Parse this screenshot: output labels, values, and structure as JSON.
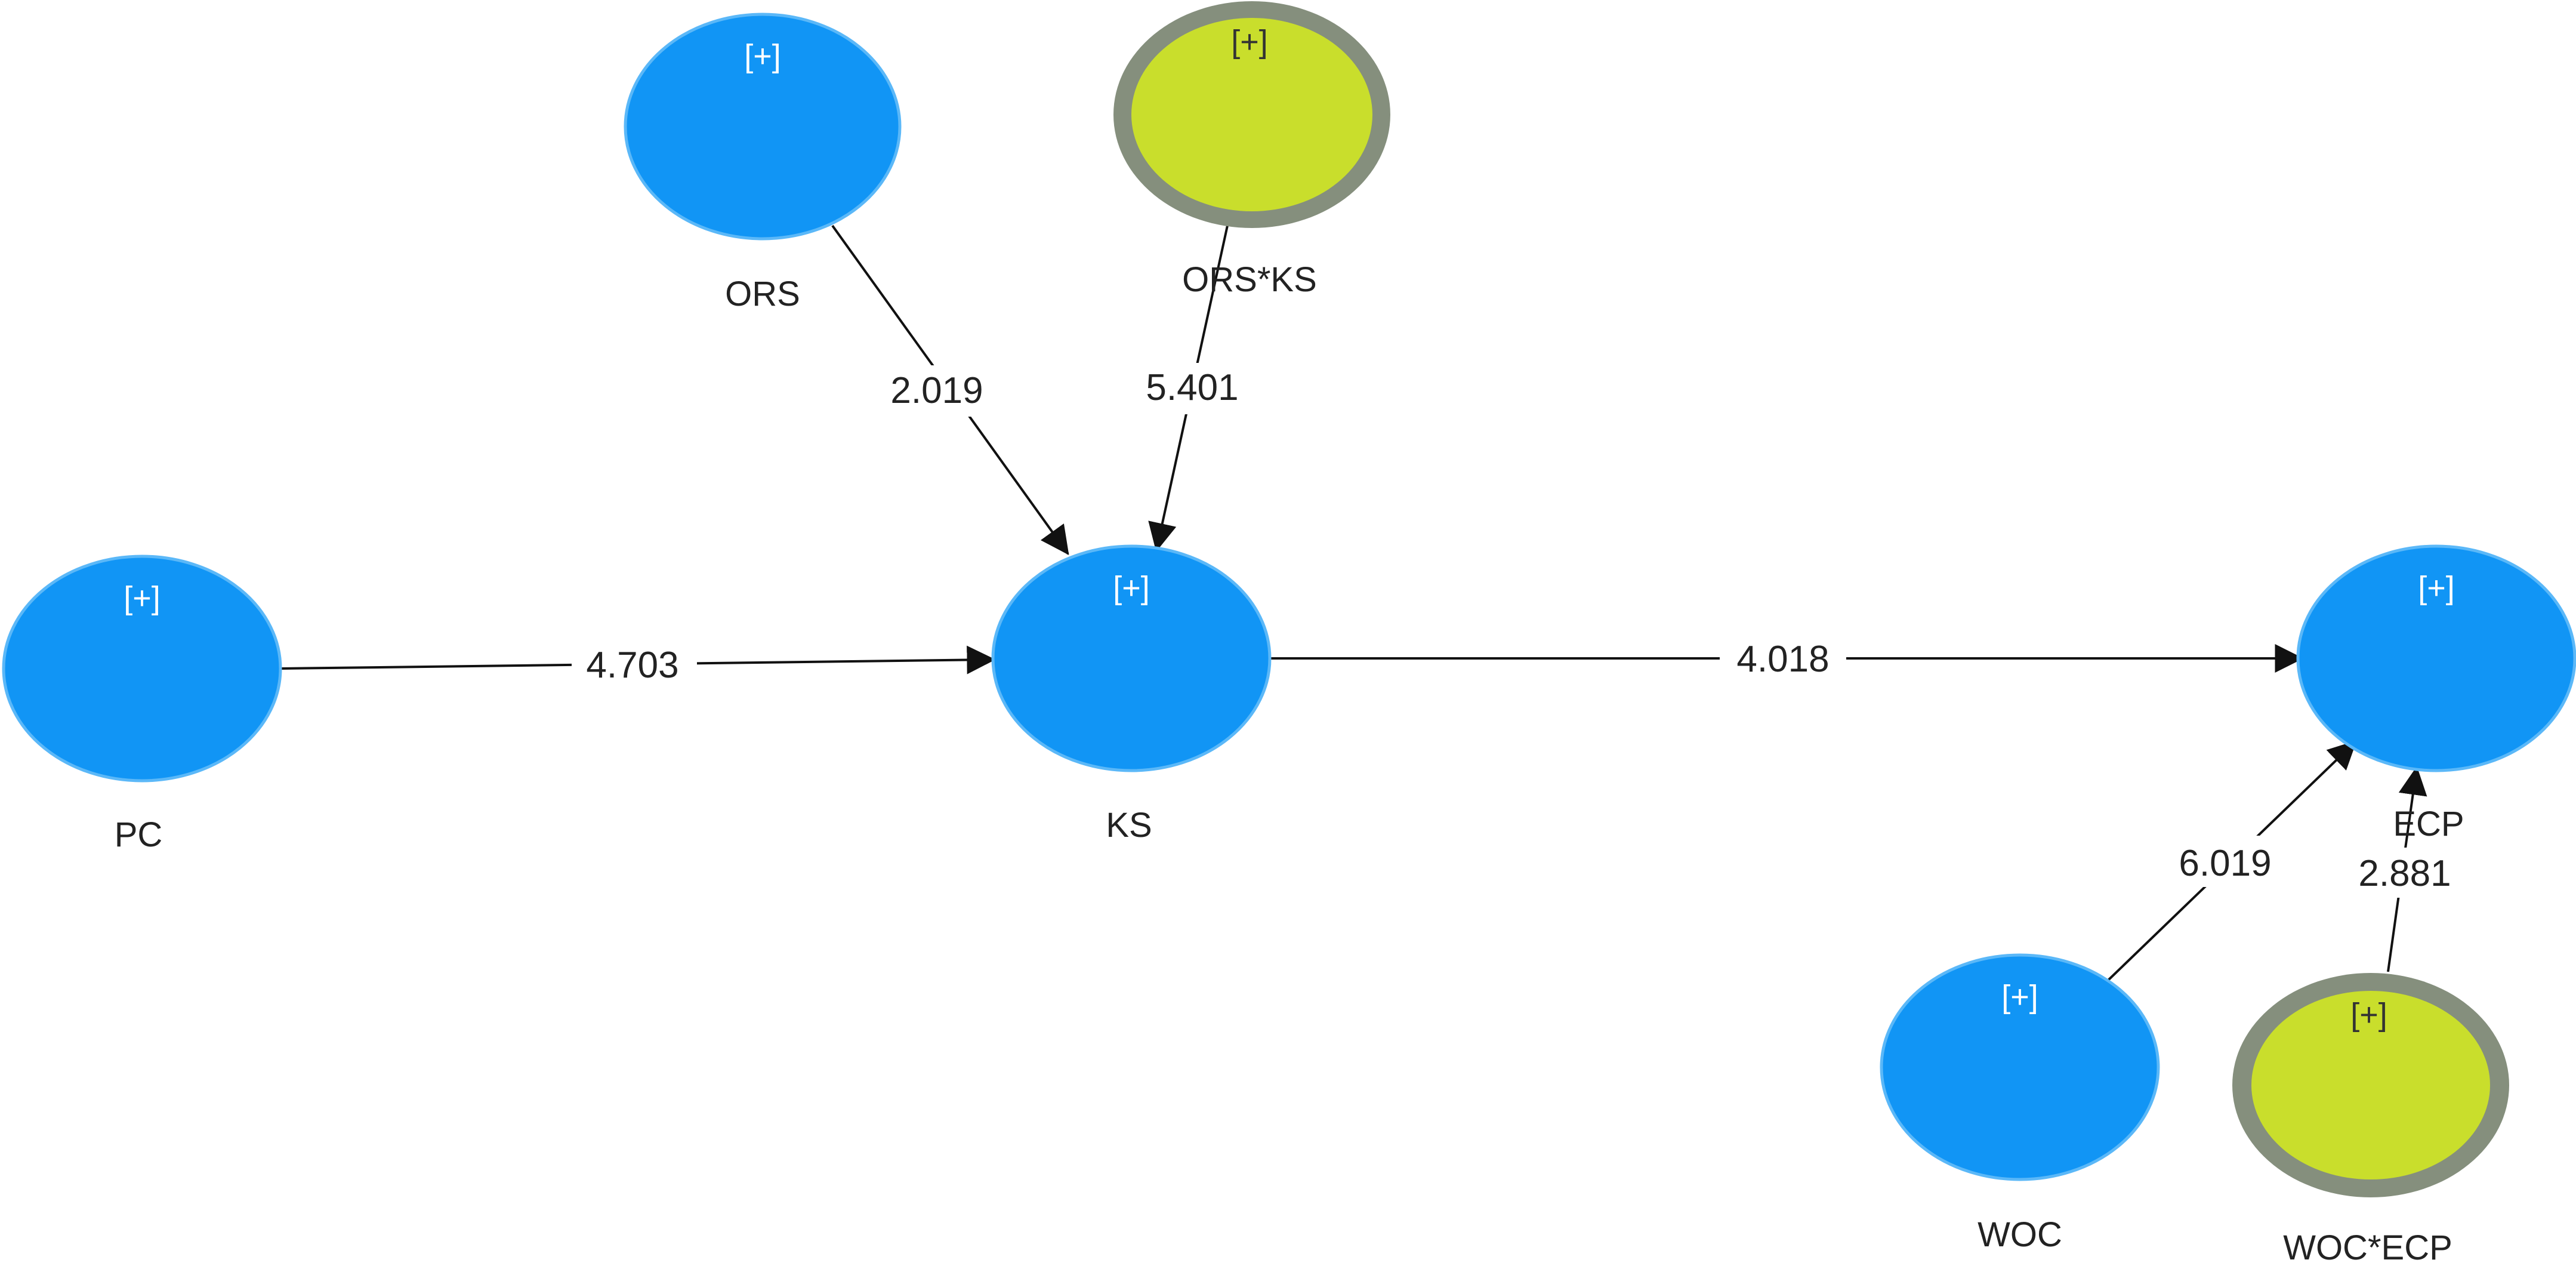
{
  "colors": {
    "construct_fill": "#1195F5",
    "construct_edge": "#5BB8F8",
    "moderator_fill": "#C9DE2C",
    "moderator_ring": "#858F7D",
    "edge": "#111111"
  },
  "nodes": {
    "ors": {
      "label": "ORS",
      "expand": "[+]",
      "kind": "construct"
    },
    "ors_ks": {
      "label": "ORS*KS",
      "expand": "[+]",
      "kind": "moderator"
    },
    "pc": {
      "label": "PC",
      "expand": "[+]",
      "kind": "construct"
    },
    "ks": {
      "label": "KS",
      "expand": "[+]",
      "kind": "construct"
    },
    "ecp": {
      "label": "ECP",
      "expand": "[+]",
      "kind": "construct"
    },
    "woc": {
      "label": "WOC",
      "expand": "[+]",
      "kind": "construct"
    },
    "woc_ecp": {
      "label": "WOC*ECP",
      "expand": "[+]",
      "kind": "moderator"
    }
  },
  "paths": {
    "ors_to_ks": {
      "from": "ORS",
      "to": "KS",
      "value": "2.019"
    },
    "ors_ks_to_ks": {
      "from": "ORS*KS",
      "to": "KS",
      "value": "5.401"
    },
    "pc_to_ks": {
      "from": "PC",
      "to": "KS",
      "value": "4.703"
    },
    "ks_to_ecp": {
      "from": "KS",
      "to": "ECP",
      "value": "4.018"
    },
    "woc_to_ecp": {
      "from": "WOC",
      "to": "ECP",
      "value": "6.019"
    },
    "woc_ecp_to_ecp": {
      "from": "WOC*ECP",
      "to": "ECP",
      "value": "2.881"
    }
  }
}
